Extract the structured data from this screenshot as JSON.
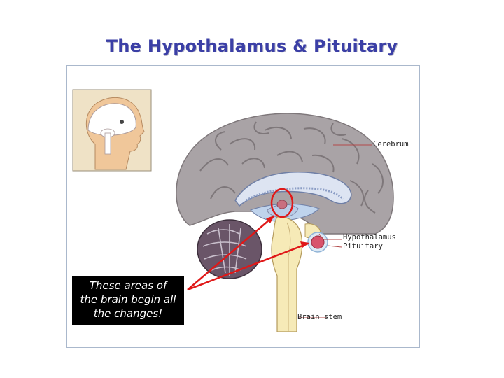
{
  "title": "The Hypothalamus & Pituitary",
  "labels": {
    "cerebrum": "Cerebrum",
    "hypothalamus": "Hypothalamus",
    "pituitary": "Pituitary",
    "brain_stem": "Brain stem"
  },
  "callout": {
    "line1": "These areas of",
    "line2": "the brain begin all",
    "line3": "the changes!"
  },
  "colors": {
    "title": "#3b3fa6",
    "cerebrum": "#a9a3a6",
    "cerebellum": "#6a5568",
    "ventricle": "#bfd3ec",
    "stem": "#f6eab7",
    "pituitary": "#d8536c",
    "arrow": "#e01818"
  }
}
